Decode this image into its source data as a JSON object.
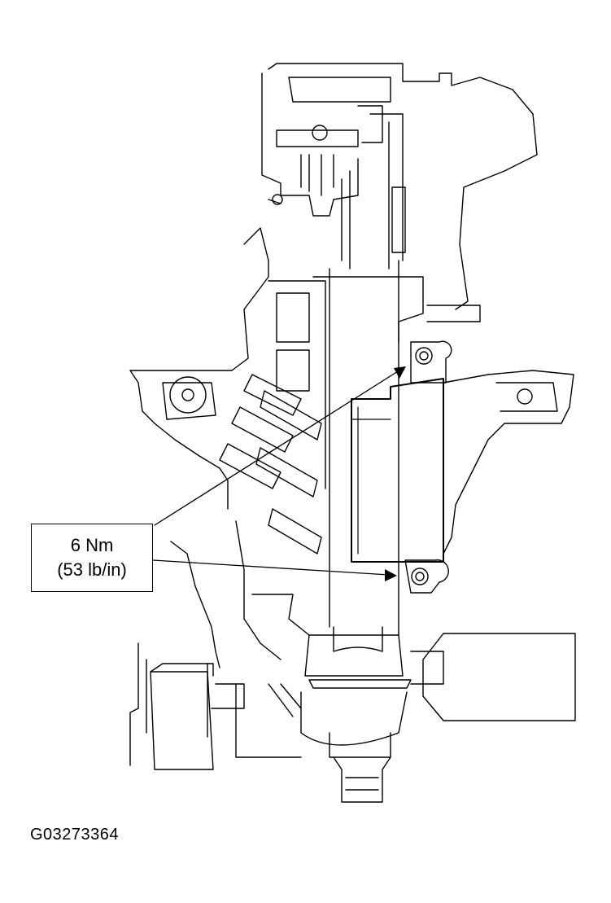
{
  "callout": {
    "torque_nm": "6 Nm",
    "torque_lbin": "(53 lb/in)"
  },
  "figure_id": "G03273364",
  "colors": {
    "line": "#000000",
    "background": "#ffffff"
  }
}
